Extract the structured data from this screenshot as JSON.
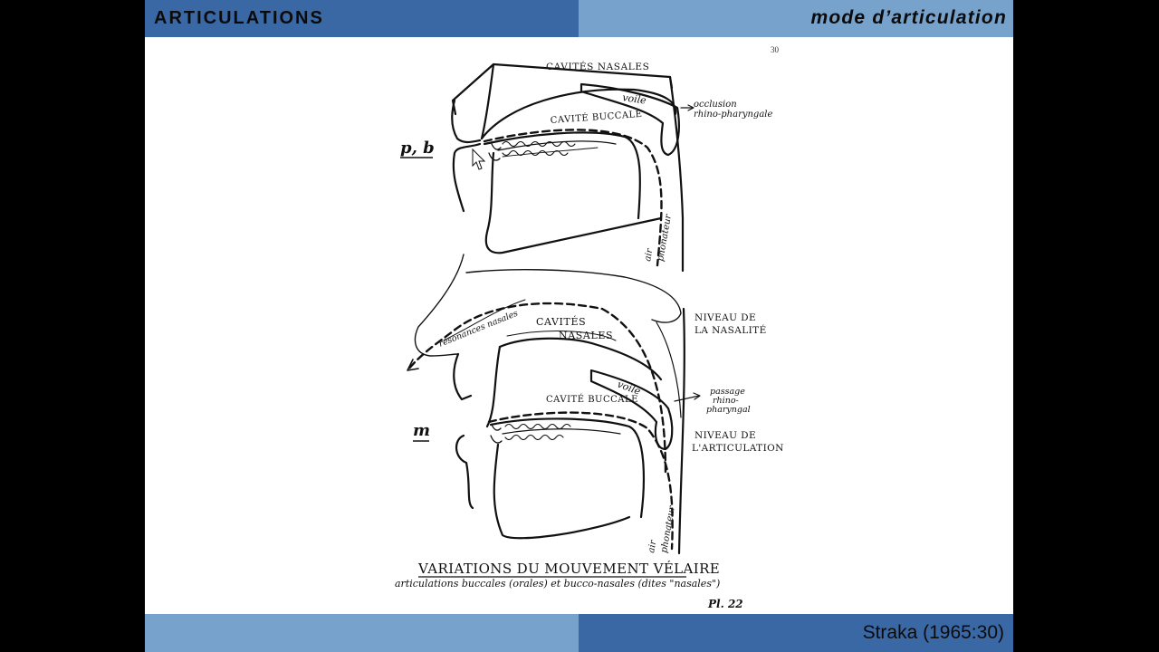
{
  "header": {
    "title": "ARTICULATIONS",
    "subtitle": "mode d’articulation"
  },
  "page_number": "30",
  "figure": {
    "top": {
      "label_sound": "p, b",
      "label_cavites_nasales": "CAVITÉS NASALES",
      "label_voile": "voile",
      "label_cavite_buccale": "CAVITÉ BUCCALE",
      "label_occlusion_1": "occlusion",
      "label_occlusion_2": "rhino-pharyngale",
      "label_air_1": "air",
      "label_air_2": "phonateur"
    },
    "bottom": {
      "label_sound": "m",
      "label_resonances": "résonances nasales",
      "label_cavites_1": "CAVITÉS",
      "label_cavites_2": "NASALES",
      "label_niveau_nasalite_1": "NIVEAU DE",
      "label_niveau_nasalite_2": "LA NASALITÉ",
      "label_passage_1": "passage",
      "label_passage_2": "rhino-",
      "label_passage_3": "pharyngal",
      "label_voile": "voile",
      "label_cavite_buccale": "CAVITÉ BUCCALE",
      "label_niveau_artic_1": "NIVEAU DE",
      "label_niveau_artic_2": "L'ARTICULATION",
      "label_air_1": "air",
      "label_air_2": "phonateur"
    },
    "caption_title": "VARIATIONS DU MOUVEMENT VÉLAIRE",
    "caption_sub": "articulations buccales (orales) et bucco-nasales (dites \"nasales\")",
    "plate": "Pl. 22"
  },
  "footer": {
    "citation": "Straka (1965:30)"
  }
}
